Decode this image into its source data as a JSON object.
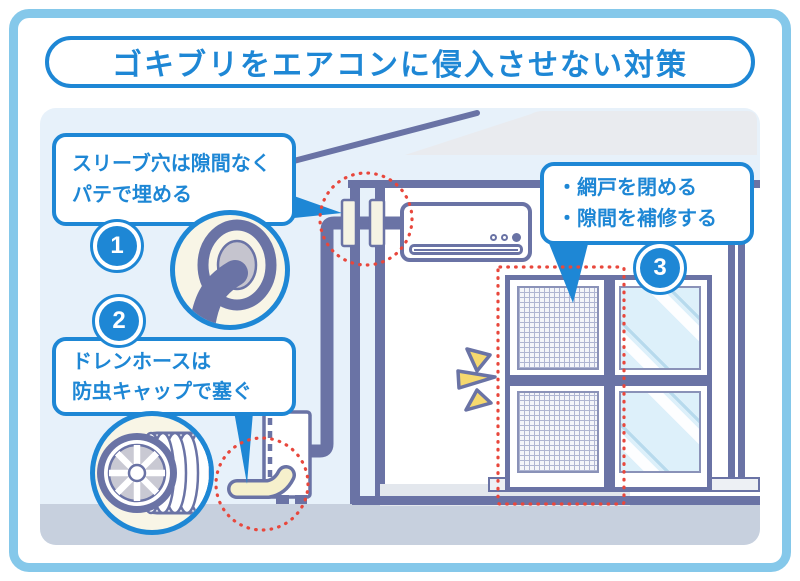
{
  "title": "ゴキブリをエアコンに侵入させない対策",
  "callouts": [
    {
      "number": "1",
      "lines": [
        "スリーブ穴は隙間なく",
        "パテで埋める"
      ]
    },
    {
      "number": "2",
      "lines": [
        "ドレンホースは",
        "防虫キャップで塞ぐ"
      ]
    },
    {
      "number": "3",
      "lines": [
        "・網戸を閉める",
        "・隙間を補修する"
      ]
    }
  ],
  "icons": [
    "putty-sleeve-illustration",
    "drain-cap-illustration",
    "attention-flash-icon",
    "air-conditioner-indoor-unit",
    "outdoor-unit",
    "screen-door",
    "glass-window"
  ],
  "colors": {
    "accent_blue": "#1E87D5",
    "frame_light_blue": "#85C8EA",
    "outline_purple": "#6A73A5",
    "sky": "#E7F1FA",
    "ground_gray": "#C7D0DE",
    "roof_gray": "#E9EBEF",
    "cream": "#F8F5E6",
    "hose_cream": "#F6F0CC",
    "putty_gray": "#C5C4CE",
    "alert_red": "#E8473C",
    "highlight_yellow": "#F6D96E",
    "glass_blue": "#DDF0FA"
  }
}
